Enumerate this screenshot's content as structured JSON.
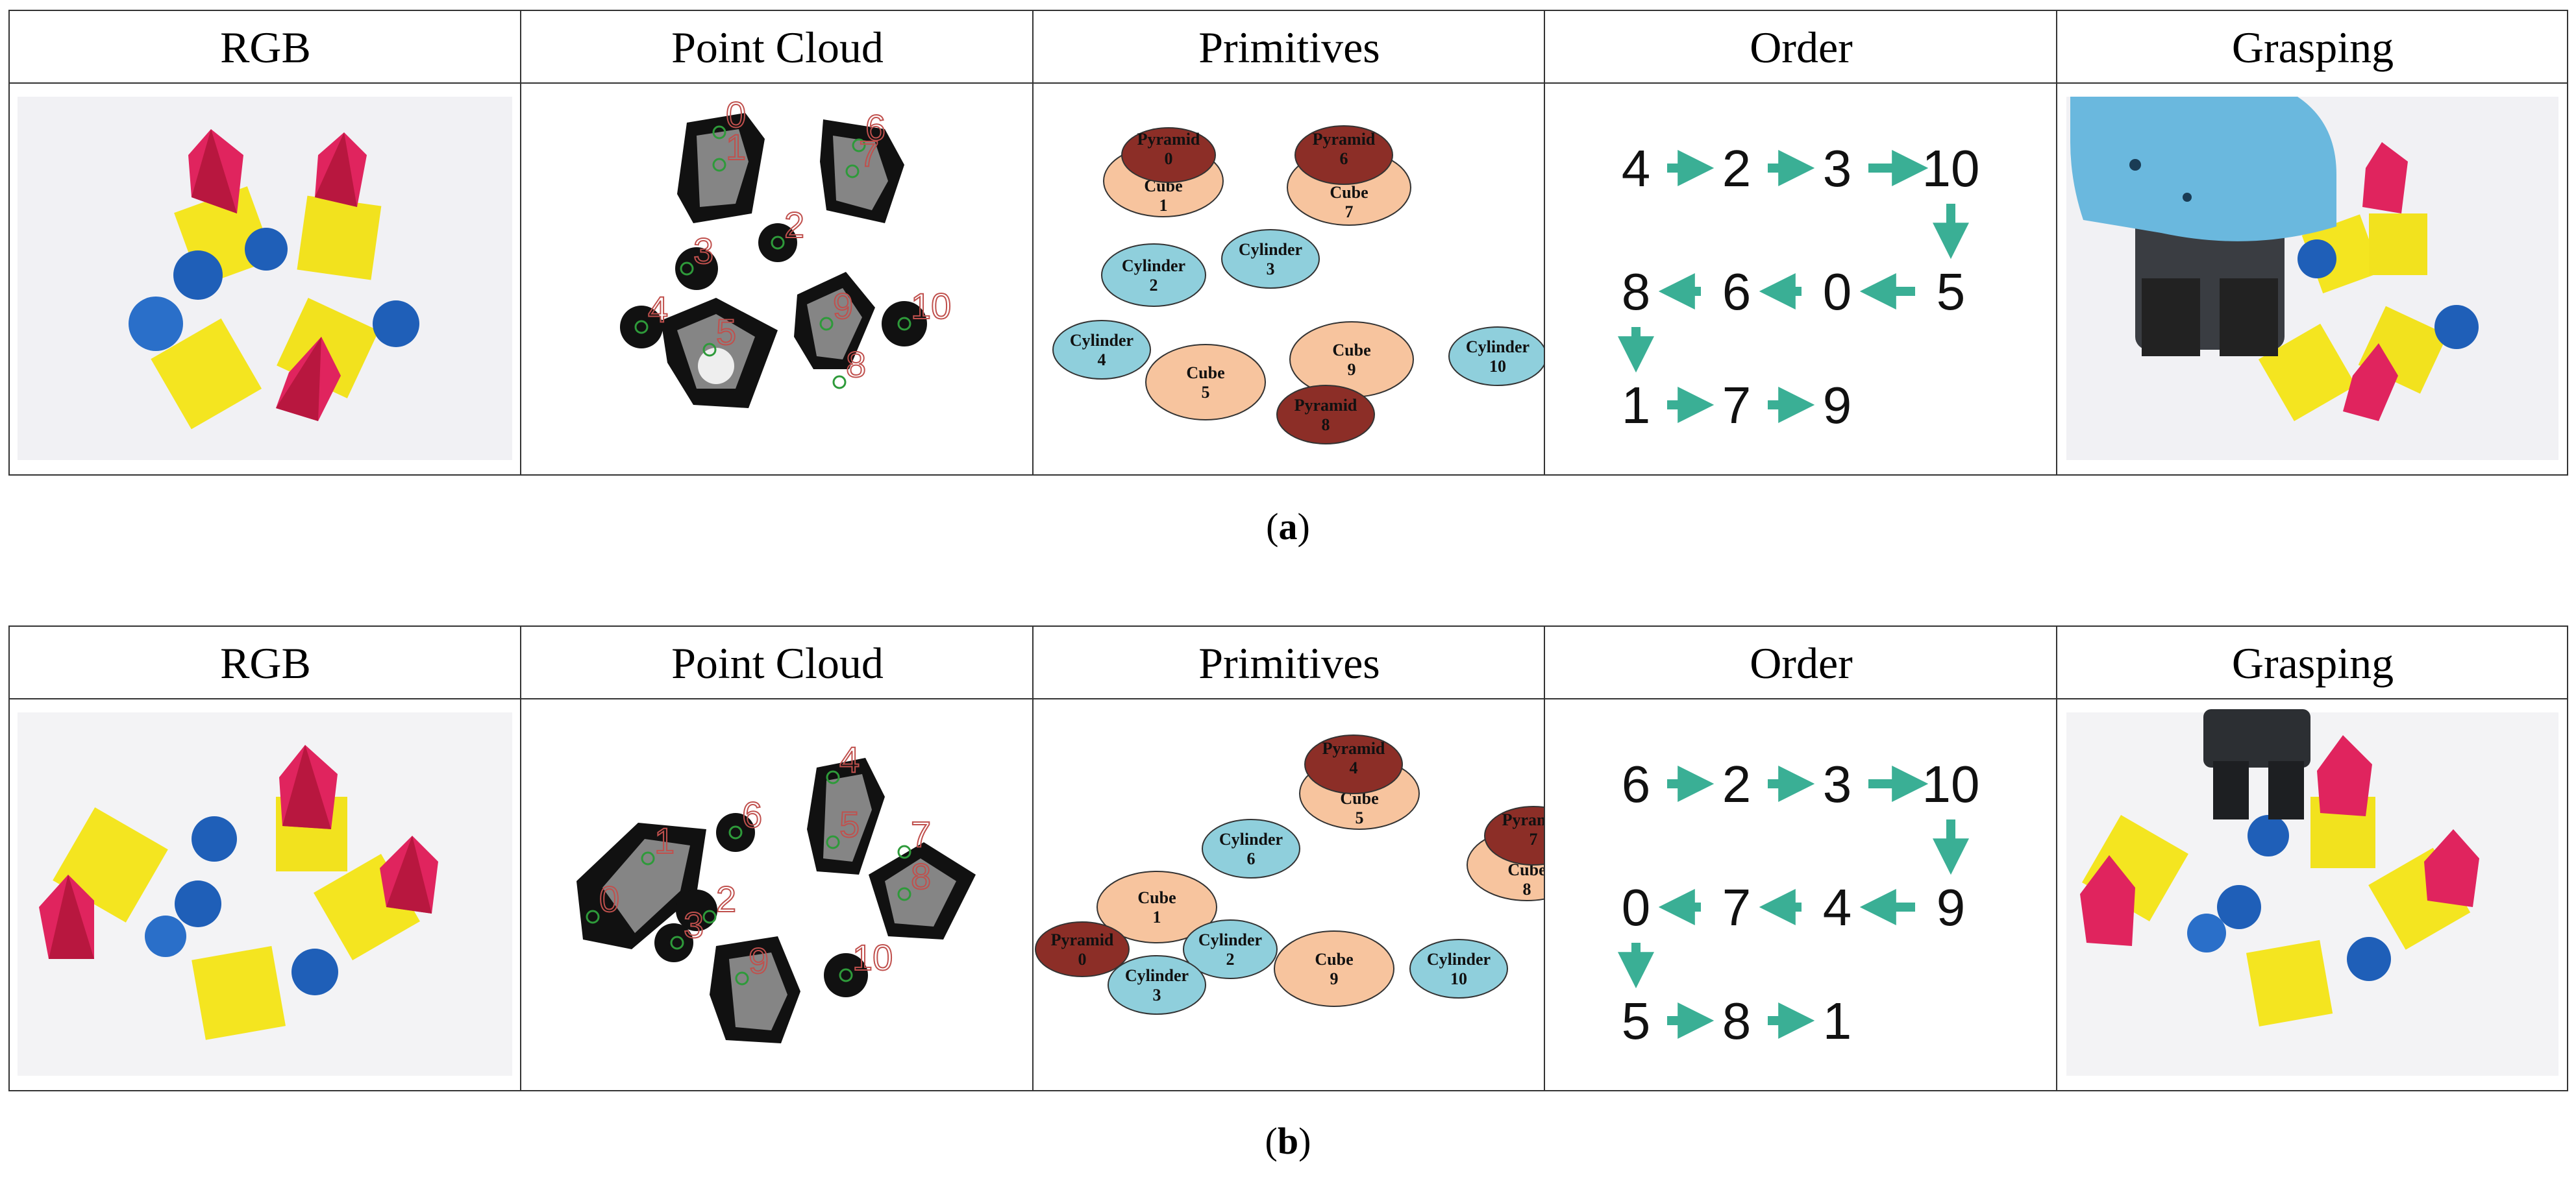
{
  "headers": [
    "RGB",
    "Point Cloud",
    "Primitives",
    "Order",
    "Grasping"
  ],
  "colors": {
    "border": "#333333",
    "arrow": "#3aaf95",
    "cube": "#f7c49e",
    "cylinder": "#8fcfdc",
    "pyramid": "#8c2e27",
    "pink": "#e0245e",
    "yellow": "#f4e520",
    "blue": "#1f5fb8",
    "gripper": "#6ab8de",
    "cloud_label": "#c0504d",
    "cloud_marker": "#2e9a3a"
  },
  "figure_a": {
    "caption_letter": "a",
    "pointcloud_labels": [
      "0",
      "1",
      "2",
      "3",
      "4",
      "5",
      "6",
      "7",
      "8",
      "9",
      "10"
    ],
    "primitives": [
      {
        "name": "Pyramid",
        "id": "0"
      },
      {
        "name": "Cube",
        "id": "1"
      },
      {
        "name": "Cylinder",
        "id": "2"
      },
      {
        "name": "Cylinder",
        "id": "3"
      },
      {
        "name": "Cylinder",
        "id": "4"
      },
      {
        "name": "Cube",
        "id": "5"
      },
      {
        "name": "Pyramid",
        "id": "6"
      },
      {
        "name": "Cube",
        "id": "7"
      },
      {
        "name": "Pyramid",
        "id": "8"
      },
      {
        "name": "Cube",
        "id": "9"
      },
      {
        "name": "Cylinder",
        "id": "10"
      }
    ],
    "order_rows": [
      [
        "4",
        "2",
        "3",
        "10"
      ],
      [
        "8",
        "6",
        "0",
        "5"
      ],
      [
        "1",
        "7",
        "9"
      ]
    ]
  },
  "figure_b": {
    "caption_letter": "b",
    "pointcloud_labels": [
      "0",
      "1",
      "2",
      "3",
      "4",
      "5",
      "6",
      "7",
      "8",
      "9",
      "10"
    ],
    "primitives": [
      {
        "name": "Pyramid",
        "id": "0"
      },
      {
        "name": "Cube",
        "id": "1"
      },
      {
        "name": "Cylinder",
        "id": "2"
      },
      {
        "name": "Cylinder",
        "id": "3"
      },
      {
        "name": "Pyramid",
        "id": "4"
      },
      {
        "name": "Cube",
        "id": "5"
      },
      {
        "name": "Cylinder",
        "id": "6"
      },
      {
        "name": "Pyramid",
        "id": "7"
      },
      {
        "name": "Cube",
        "id": "8"
      },
      {
        "name": "Cube",
        "id": "9"
      },
      {
        "name": "Cylinder",
        "id": "10"
      }
    ],
    "order_rows": [
      [
        "6",
        "2",
        "3",
        "10"
      ],
      [
        "0",
        "7",
        "4",
        "9"
      ],
      [
        "5",
        "8",
        "1"
      ]
    ]
  }
}
